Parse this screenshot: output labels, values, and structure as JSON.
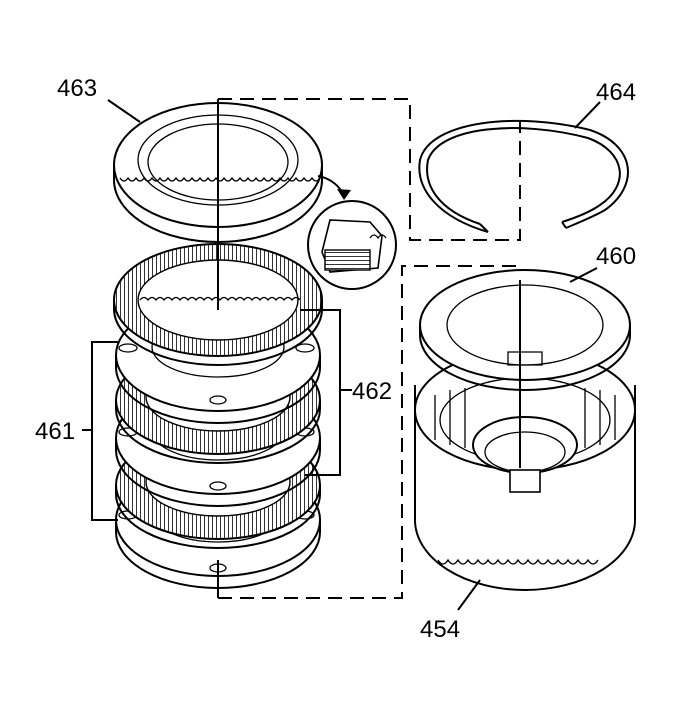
{
  "labels": {
    "backing_plate": "463",
    "snap_ring": "464",
    "steel_plates": "462",
    "fiber_plates": "461",
    "apply_ring": "460",
    "housing": "454"
  },
  "colors": {
    "ink": "#000000",
    "background": "#ffffff"
  }
}
